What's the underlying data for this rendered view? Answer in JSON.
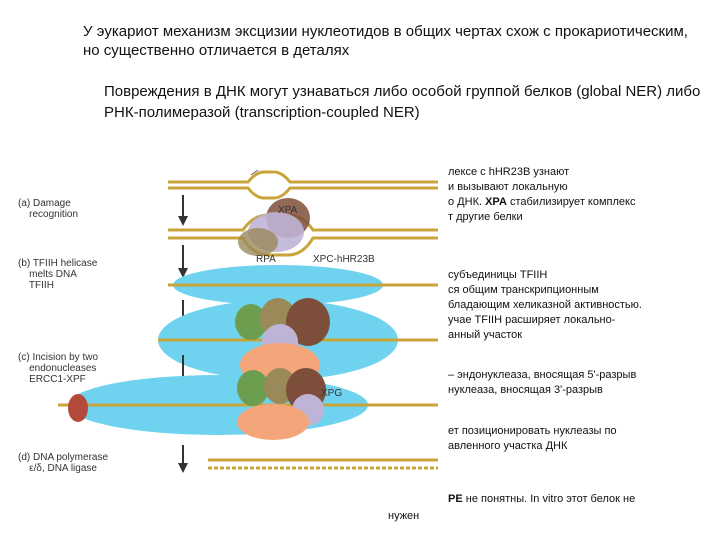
{
  "title": "У эукариот механизм эксцизии нуклеотидов в общих чертах схож с прокариотическим, но существенно отличается в деталях",
  "subtitle": "Повреждения в ДНК могут узнаваться либо особой группой белков (global NER) либо РНК-полимеразой (transcription-coupled NER)",
  "diagram": {
    "stages": [
      {
        "label": "(a) Damage\n    recognition"
      },
      {
        "label": "(b) TFIIH helicase\n    melts DNA\n    TFIIH"
      },
      {
        "label": "(c) Incision by two\n    endonucleases\n    ERCC1-XPF"
      },
      {
        "label": "(d) DNA polymerase\n    ε/δ, DNA ligase"
      }
    ],
    "protein_labels": {
      "xpa": "XPA",
      "rpa": "RPA",
      "xpc": "XPC-hHR23B",
      "xpg": "XPG"
    },
    "colors": {
      "bubble": "#6fd3ef",
      "xpa": "#bfb4d6",
      "rpa": "#9a8a5a",
      "xpc": "#7d4f3a",
      "tfiih": "#f5a57a",
      "green": "#6d9e4f",
      "xpf": "#b34a3a"
    }
  },
  "side_texts": {
    "t1_line1": "лексе с hHR23B узнают",
    "t1_line2": "и вызывают локальную",
    "t1_line3a": "о ДНК. ",
    "t1_line3b": "XPA",
    "t1_line3c": " стабилизирует комплекс",
    "t1_line4": "т другие белки",
    "t2_line1": "субъединицы TFIIH",
    "t2_line2": "ся общим транскрипционным",
    "t2_line3": "бладающим хеликазной активностью.",
    "t2_line4": "учае TFIIH расширяет локально-",
    "t2_line5": "анный участок",
    "t3_line1": "– эндонуклеаза, вносящая 5'-разрыв",
    "t3_line2": "нуклеаза, вносящая 3'-разрыв",
    "t4_line1": "ет позиционировать нуклеазы по",
    "t4_line2": "авленного участка ДНК",
    "t5_line1a": "PE",
    "t5_line1b": " не понятны. In vitro этот белок не",
    "t5_line2": "нужен"
  }
}
